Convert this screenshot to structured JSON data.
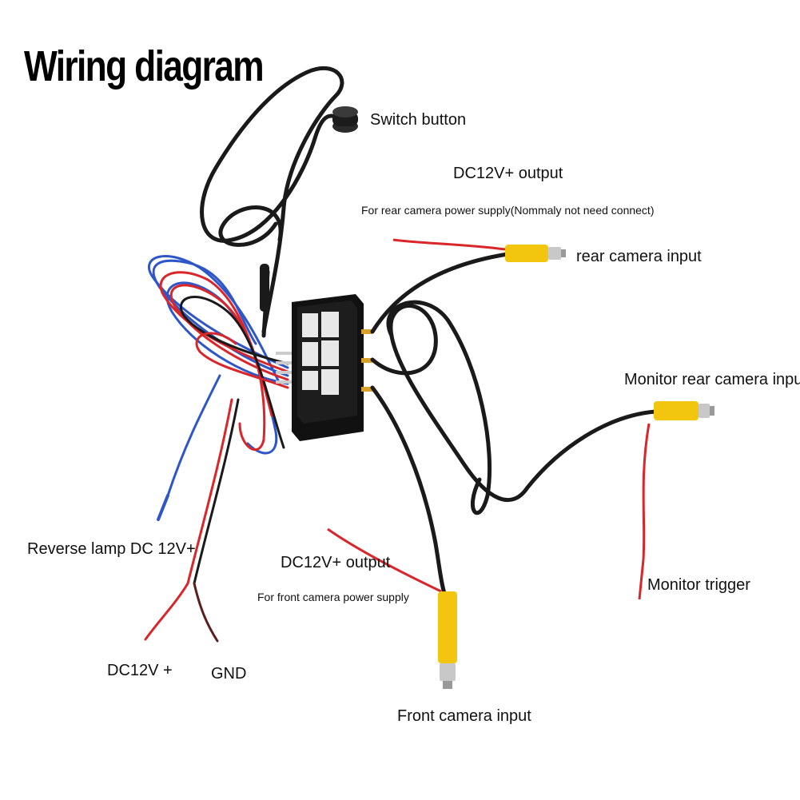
{
  "title": "Wiring diagram",
  "labels": {
    "switch_button": "Switch button",
    "dc12v_output_rear": "DC12V+ output",
    "rear_power_note": "For rear camera power supply(Nommaly not need connect)",
    "rear_camera_input": "rear camera input",
    "monitor_rear_camera_input": "Monitor rear camera input",
    "monitor_trigger": "Monitor trigger",
    "reverse_lamp": "Reverse lamp DC 12V+",
    "dc12v_output_front": "DC12V+ output",
    "front_power_note": "For front camera power supply",
    "dc12v_plus": "DC12V +",
    "gnd": "GND",
    "front_camera_input": "Front camera input"
  },
  "colors": {
    "cable": "#1a1a1a",
    "wire_red": "#d9262b",
    "wire_blue": "#2f56c9",
    "rca_yellow": "#f2c60f",
    "rca_metal": "#c8c8c8",
    "box": "#111111"
  }
}
